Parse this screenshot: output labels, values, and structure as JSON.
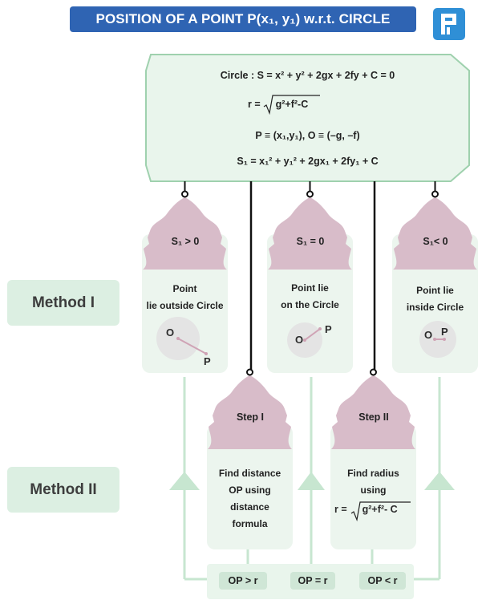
{
  "title": "POSITION OF A POINT P(x₁, y₁) w.r.t. CIRCLE",
  "logo_icon": "p-logo-icon",
  "colors": {
    "title_bg": "#2f64b3",
    "bell": "#d8bcc9",
    "card": "#ecf5ee",
    "header_bg": "#e9f5ec",
    "header_border": "#9fd1ae",
    "connector": "#c7e6d0",
    "method_bg": "#dcefe2",
    "circle": "#e4e4e4",
    "segment": "#cfa3b5"
  },
  "header": {
    "line1": "Circle : S = x² + y² + 2gx + 2fy + C = 0",
    "line2_prefix": "r =",
    "line2_radicand": "g²+f²-C",
    "line3": "P ≡ (x₁,y₁), O ≡ (–g, –f)",
    "line4": "S₁ = x₁² + y₁² + 2gx₁ + 2fy₁ + C"
  },
  "methods": {
    "method1": "Method I",
    "method2": "Method II"
  },
  "cases": [
    {
      "condition": "S₁ > 0",
      "desc_line1": "Point",
      "desc_line2": "lie outside Circle",
      "label_o": "O",
      "label_p": "P"
    },
    {
      "condition": "S₁ = 0",
      "desc_line1": "Point lie",
      "desc_line2": "on the Circle",
      "label_o": "O",
      "label_p": "P"
    },
    {
      "condition": "S₁< 0",
      "desc_line1": "Point lie",
      "desc_line2": "inside Circle",
      "label_o": "O",
      "label_p": "P"
    }
  ],
  "steps": [
    {
      "label": "Step I",
      "lines": [
        "Find distance",
        "OP using",
        "distance",
        "formula"
      ]
    },
    {
      "label": "Step II",
      "lines": [
        "Find radius",
        "using"
      ],
      "formula_prefix": "r =",
      "formula_radicand": "g²+f²- C"
    }
  ],
  "outcomes": [
    "OP > r",
    "OP = r",
    "OP < r"
  ]
}
